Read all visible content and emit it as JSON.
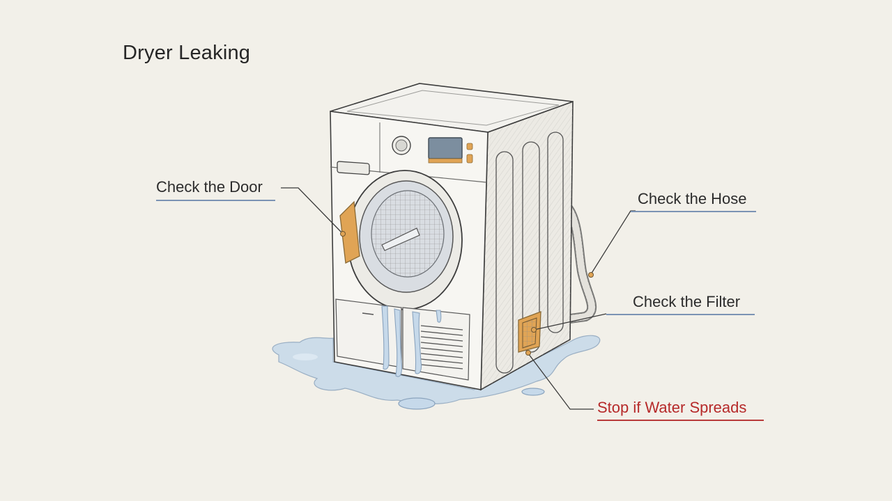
{
  "title": "Dryer Leaking",
  "callouts": {
    "door": "Check the Door",
    "hose": "Check the Hose",
    "filter": "Check the Filter",
    "stop": "Stop if Water Spreads"
  },
  "colors": {
    "background": "#f2f0e9",
    "ink": "#3a3a3a",
    "accent_orange": "#e0a455",
    "water": "#b9d0e6",
    "warning_red": "#b62a2a",
    "underline_blue": "#7b93b4"
  }
}
